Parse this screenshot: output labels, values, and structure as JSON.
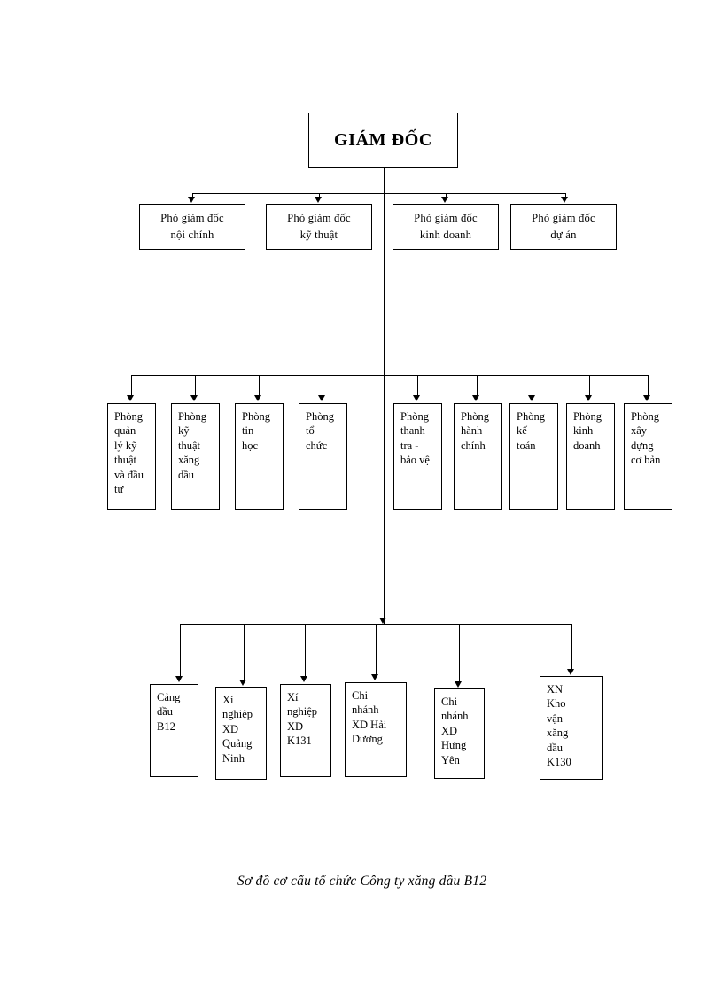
{
  "diagram": {
    "root": {
      "label": "GIÁM ĐỐC"
    },
    "deputies": [
      {
        "label": "Phó giám  đốc\nnội chính"
      },
      {
        "label": "Phó giám  đốc\nkỹ thuật"
      },
      {
        "label": "Phó giám  đốc\nkinh  doanh"
      },
      {
        "label": "Phó giám  đốc\ndự án"
      }
    ],
    "departments": [
      {
        "label": "Phòng\nquản\nlý kỹ\nthuật\nvà đầu\ntư"
      },
      {
        "label": "Phòng\nkỹ\nthuật\nxăng\ndầu"
      },
      {
        "label": "Phòng\ntin\nhọc"
      },
      {
        "label": "Phòng\ntổ\nchức"
      },
      {
        "label": "Phòng\nthanh\ntra -\nbảo vệ"
      },
      {
        "label": "Phòng\nhành\nchính"
      },
      {
        "label": "Phòng\nkế\ntoán"
      },
      {
        "label": "Phòng\nkinh\ndoanh"
      },
      {
        "label": "Phòng\nxây\ndựng\ncơ bản"
      }
    ],
    "units": [
      {
        "label": "Cảng\ndầu\nB12"
      },
      {
        "label": "Xí\nnghiệp\nXD\nQuảng\nNinh"
      },
      {
        "label": "Xí\nnghiệp\nXD\nK131"
      },
      {
        "label": "Chi\nnhánh\nXD Hải\nDương"
      },
      {
        "label": "Chi\nnhánh\nXD\nHưng\nYên"
      },
      {
        "label": "XN\nKho\nvận\nxăng\ndầu\nK130"
      }
    ],
    "caption": "Sơ đồ cơ cấu tổ chức Công ty xăng dầu B12",
    "colors": {
      "line": "#000000",
      "box_border": "#000000",
      "background": "#ffffff",
      "text": "#000000"
    }
  }
}
